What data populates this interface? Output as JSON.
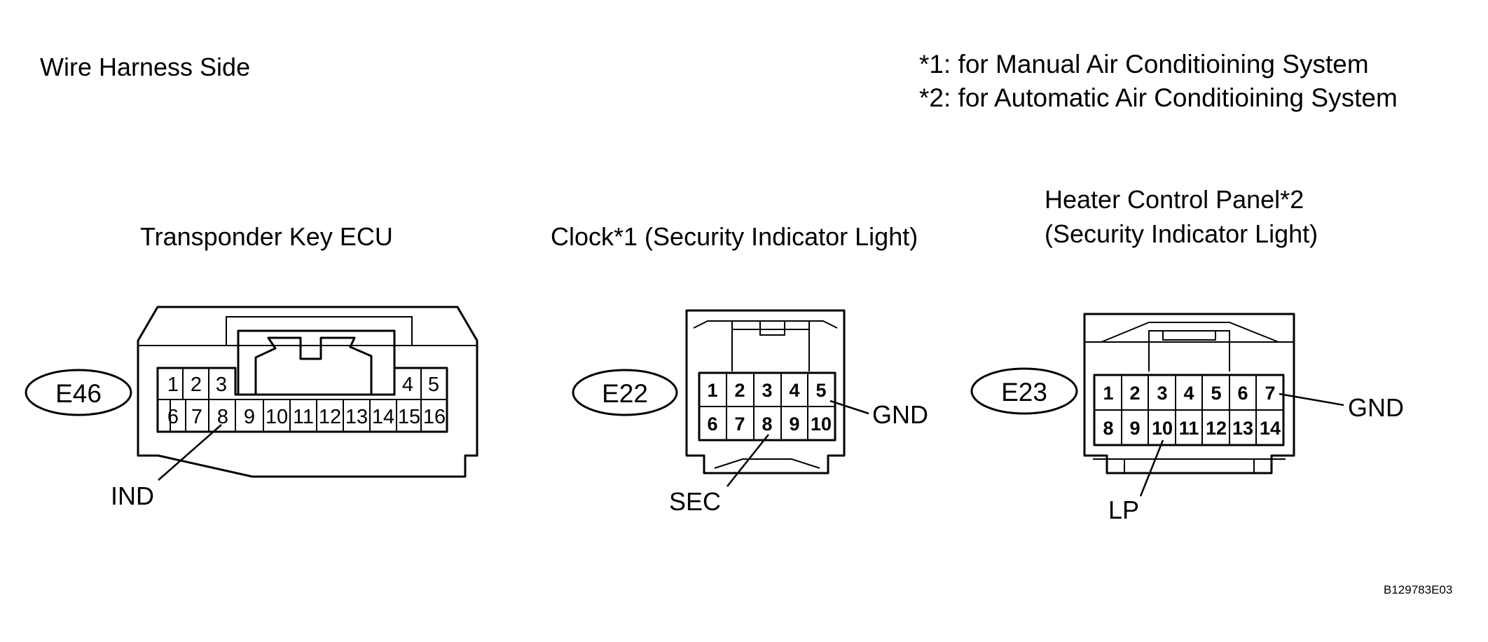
{
  "header": {
    "view_label": "Wire Harness Side",
    "notes": [
      "*1: for Manual Air Conditioining System",
      "*2: for Automatic Air Conditioining System"
    ]
  },
  "connectors": {
    "ecu": {
      "title": "Transponder Key ECU",
      "code": "E46",
      "pins_top": [
        "1",
        "2",
        "3",
        "4",
        "5"
      ],
      "pins_bottom": [
        "6",
        "7",
        "8",
        "9",
        "10",
        "11",
        "12",
        "13",
        "14",
        "15",
        "16"
      ],
      "terminal": "IND"
    },
    "clock": {
      "title": "Clock*1 (Security Indicator Light)",
      "code": "E22",
      "pins_top": [
        "1",
        "2",
        "3",
        "4",
        "5"
      ],
      "pins_bottom": [
        "6",
        "7",
        "8",
        "9",
        "10"
      ],
      "terminal_right": "GND",
      "terminal_bottom": "SEC"
    },
    "heater": {
      "title_line1": "Heater Control Panel*2",
      "title_line2": "(Security Indicator Light)",
      "code": "E23",
      "pins_top": [
        "1",
        "2",
        "3",
        "4",
        "5",
        "6",
        "7"
      ],
      "pins_bottom": [
        "8",
        "9",
        "10",
        "11",
        "12",
        "13",
        "14"
      ],
      "terminal_right": "GND",
      "terminal_bottom": "LP"
    }
  },
  "figure_id": "B129783E03"
}
